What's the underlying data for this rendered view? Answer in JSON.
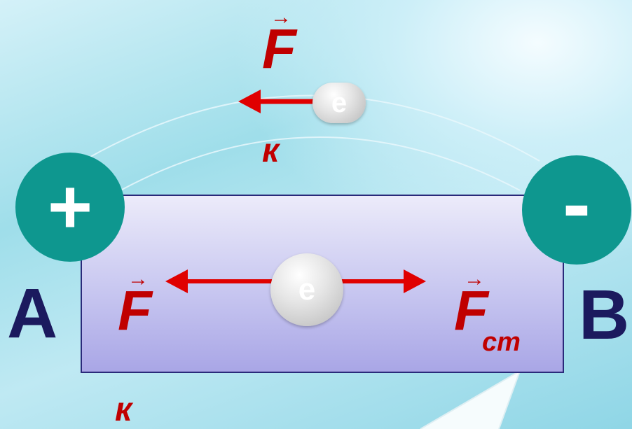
{
  "terminals": {
    "positive": "+",
    "negative": "-"
  },
  "nodes": {
    "a": "A",
    "b": "B"
  },
  "electrons": {
    "top": "e",
    "middle": "e"
  },
  "forces": {
    "top": {
      "symbol": "F",
      "vector_mark": "→",
      "subscript": "к"
    },
    "inside_left": {
      "symbol": "F",
      "vector_mark": "→",
      "subscript": "к"
    },
    "inside_right": {
      "symbol": "F",
      "vector_mark": "→",
      "subscript": "ст"
    }
  },
  "colors": {
    "terminal": "#0e978f",
    "force": "#c00000",
    "node_label": "#1b1a5e",
    "box_border": "#2a2a7a"
  }
}
